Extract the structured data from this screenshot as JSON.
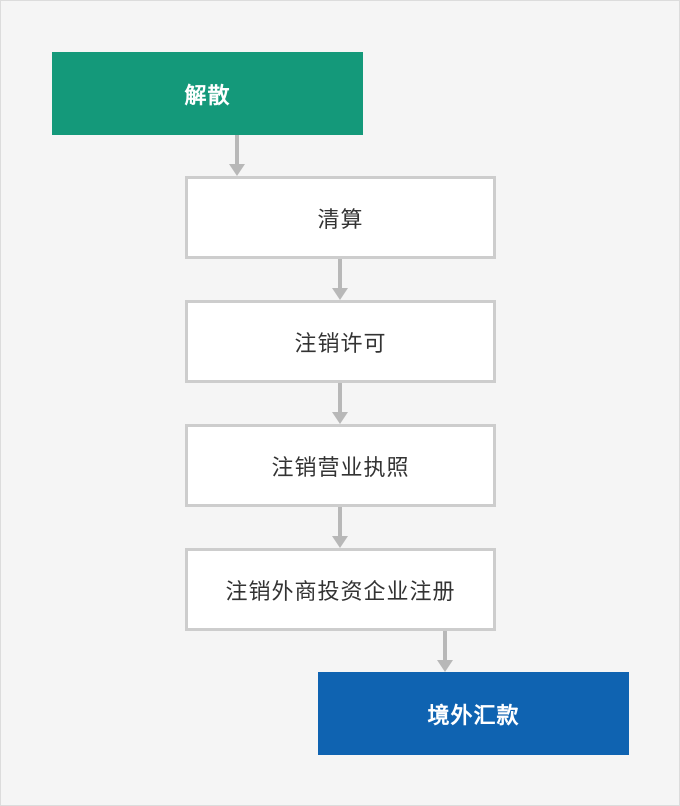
{
  "diagram": {
    "steps": [
      {
        "label": "解散",
        "style": "filled",
        "color": "#14997a"
      },
      {
        "label": "清算",
        "style": "plain"
      },
      {
        "label": "注销许可",
        "style": "plain"
      },
      {
        "label": "注销营业执照",
        "style": "plain"
      },
      {
        "label": "注销外商投资企业注册",
        "style": "plain"
      },
      {
        "label": "境外汇款",
        "style": "filled",
        "color": "#0f63b1"
      }
    ]
  }
}
